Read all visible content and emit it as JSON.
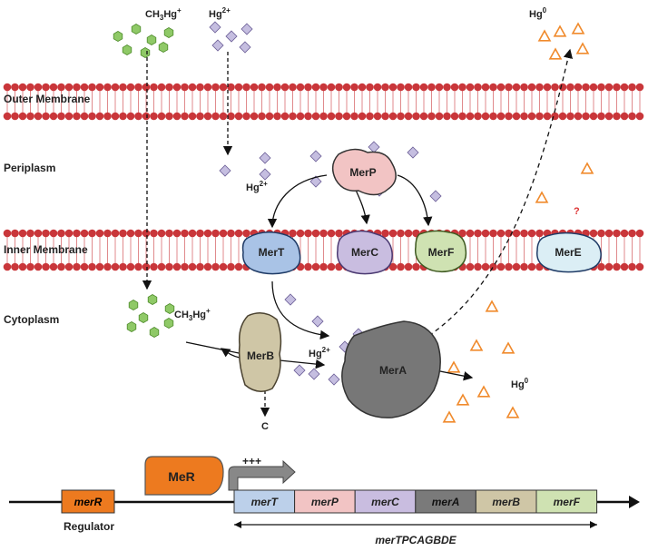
{
  "regions": {
    "outer": "Outer Membrane",
    "periplasm": "Periplasm",
    "inner": "Inner Membrane",
    "cytoplasm": "Cytoplasm"
  },
  "species": {
    "methyl_top": {
      "base": "CH",
      "sub1": "3",
      "mid": "Hg",
      "sup": "+"
    },
    "hg2_top": {
      "base": "Hg",
      "sup": "2+"
    },
    "hg0_top": {
      "base": "Hg",
      "sup": "0"
    },
    "hg2_periplasm": {
      "base": "Hg",
      "sup": "2+"
    },
    "methyl_cyto": {
      "base": "CH",
      "sub1": "3",
      "mid": "Hg",
      "sup": "+"
    },
    "hg2_cyto": {
      "base": "Hg",
      "sup": "2+"
    },
    "hg0_cyto": {
      "base": "Hg",
      "sup": "0"
    },
    "carbon": "C"
  },
  "proteins": {
    "merp": "MerP",
    "mert": "MerT",
    "merc": "MerC",
    "merf": "MerF",
    "mere": "MerE",
    "merb": "MerB",
    "mera": "MerA",
    "merr": "MeR"
  },
  "question_mark": "?",
  "operon": {
    "regulator_gene": "merR",
    "regulator_label": "Regulator",
    "activation": "+++",
    "genes": [
      {
        "label": "merT",
        "color": "#bcd0ea"
      },
      {
        "label": "merP",
        "color": "#f2c4c4"
      },
      {
        "label": "merC",
        "color": "#c9bde0"
      },
      {
        "label": "merA",
        "color": "#7a7a7a"
      },
      {
        "label": "merB",
        "color": "#cfc6a6"
      },
      {
        "label": "merF",
        "color": "#cfe2b2"
      }
    ],
    "operon_label": "merTPCAGBDE"
  },
  "colors": {
    "membrane": "#c9363a",
    "membrane_light": "#e08a8c",
    "methylmercury": "#8fc967",
    "mercuric": "#c5bee0",
    "elemental": "#f08a2c",
    "regulator": "#ed7a1f"
  }
}
